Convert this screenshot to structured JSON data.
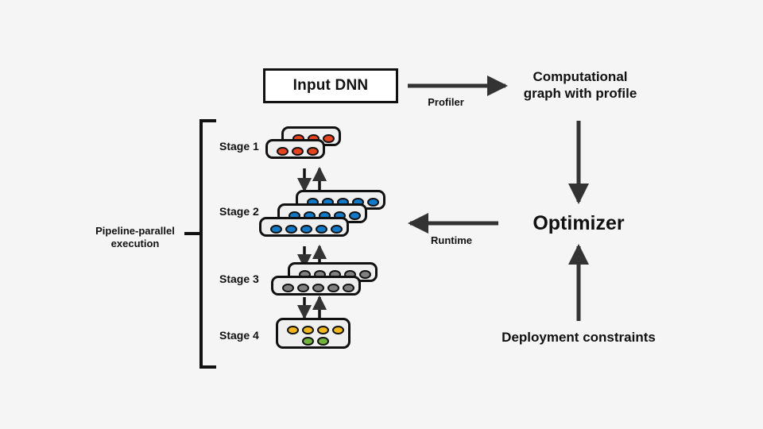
{
  "figure": {
    "background_color": "#f5f5f5",
    "title_text": ""
  },
  "nodes": {
    "input_dnn": {
      "label": "Input DNN"
    },
    "computational_graph": {
      "label": "Computational\ngraph with profile"
    },
    "optimizer": {
      "label": "Optimizer"
    },
    "deployment_constraints": {
      "label": "Deployment constraints"
    },
    "pipeline_group": {
      "label": "Pipeline-parallel\nexecution"
    }
  },
  "edges": {
    "profiler": {
      "label": "Profiler",
      "direction": "right"
    },
    "graph_to_optimizer": {
      "label": "",
      "direction": "down"
    },
    "runtime": {
      "label": "Runtime",
      "direction": "left"
    },
    "constraints_to_optimizer": {
      "label": "",
      "direction": "up"
    }
  },
  "stages": [
    {
      "label": "Stage 1",
      "replicas": 2,
      "color": "#e8431f",
      "color_name": "red",
      "rows": [
        3
      ]
    },
    {
      "label": "Stage 2",
      "replicas": 3,
      "color": "#1278c8",
      "color_name": "blue",
      "rows": [
        5
      ]
    },
    {
      "label": "Stage 3",
      "replicas": 2,
      "color": "#808080",
      "color_name": "gray",
      "rows": [
        5
      ]
    },
    {
      "label": "Stage 4",
      "replicas": 1,
      "color": "#f2b61e",
      "color_name": "yellow",
      "secondary_color": "#72b33c",
      "secondary_color_name": "green",
      "rows": [
        4,
        2
      ]
    }
  ],
  "colors": {
    "stroke": "#111111",
    "box_fill": "#efefef",
    "input_box_fill": "#ffffff",
    "arrow": "#333333"
  }
}
